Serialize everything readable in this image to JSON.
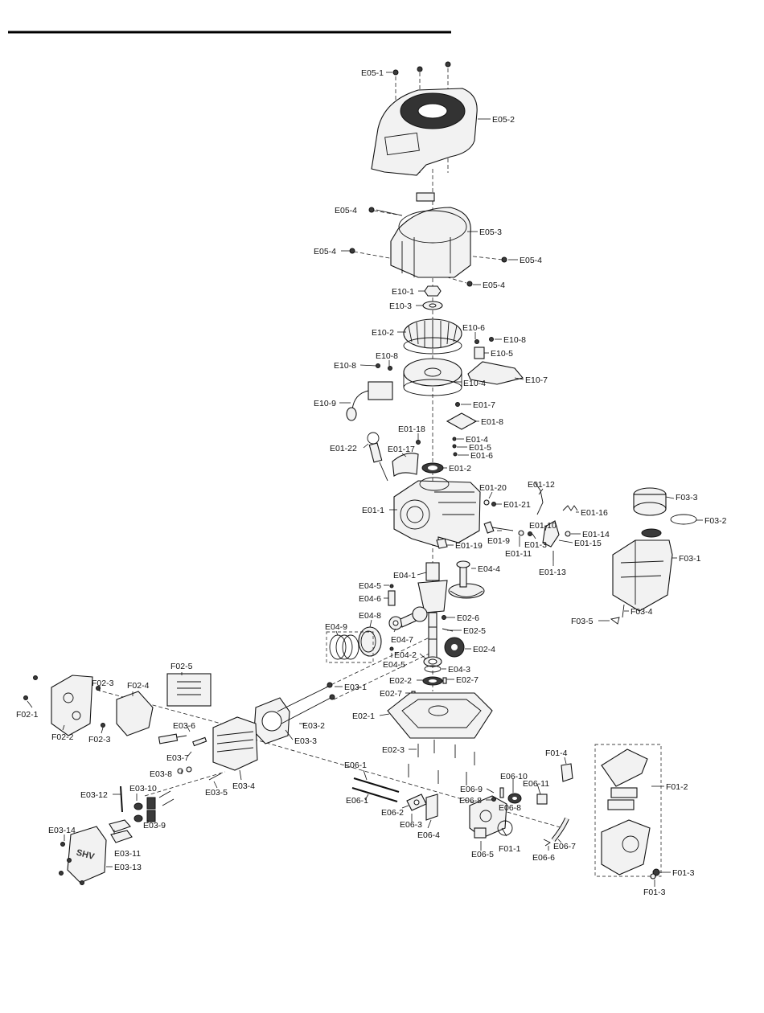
{
  "labels": {
    "E05_1": "E05-1",
    "E05_2": "E05-2",
    "E05_3": "E05-3",
    "E05_4a": "E05-4",
    "E05_4b": "E05-4",
    "E05_4c": "E05-4",
    "E05_4d": "E05-4",
    "E10_1": "E10-1",
    "E10_2": "E10-2",
    "E10_3": "E10-3",
    "E10_4": "E10-4",
    "E10_5": "E10-5",
    "E10_6": "E10-6",
    "E10_7": "E10-7",
    "E10_8a": "E10-8",
    "E10_8b": "E10-8",
    "E10_8c": "E10-8",
    "E10_9": "E10-9",
    "E01_1": "E01-1",
    "E01_2": "E01-2",
    "E01_3": "E01-3",
    "E01_4": "E01-4",
    "E01_5": "E01-5",
    "E01_6": "E01-6",
    "E01_7": "E01-7",
    "E01_8": "E01-8",
    "E01_9": "E01-9",
    "E01_10": "E01-10",
    "E01_11": "E01-11",
    "E01_12": "E01-12",
    "E01_13": "E01-13",
    "E01_14": "E01-14",
    "E01_15": "E01-15",
    "E01_16": "E01-16",
    "E01_17": "E01-17",
    "E01_18": "E01-18",
    "E01_19": "E01-19",
    "E01_20": "E01-20",
    "E01_21": "E01-21",
    "E01_22": "E01-22",
    "E04_1": "E04-1",
    "E04_2": "E04-2",
    "E04_3": "E04-3",
    "E04_4": "E04-4",
    "E04_5a": "E04-5",
    "E04_5b": "E04-5",
    "E04_6": "E04-6",
    "E04_7": "E04-7",
    "E04_8": "E04-8",
    "E04_9": "E04-9",
    "E02_1": "E02-1",
    "E02_2": "E02-2",
    "E02_3": "E02-3",
    "E02_4": "E02-4",
    "E02_5": "E02-5",
    "E02_6": "E02-6",
    "E02_7a": "E02-7",
    "E02_7b": "E02-7",
    "F03_1": "F03-1",
    "F03_2": "F03-2",
    "F03_3": "F03-3",
    "F03_4": "F03-4",
    "F03_5": "F03-5",
    "F02_1": "F02-1",
    "F02_2": "F02-2",
    "F02_3a": "F02-3",
    "F02_3b": "F02-3",
    "F02_4": "F02-4",
    "F02_5": "F02-5",
    "E03_1": "E03-1",
    "E03_2": "E03-2",
    "E03_3": "E03-3",
    "E03_4": "E03-4",
    "E03_5": "E03-5",
    "E03_6": "E03-6",
    "E03_7": "E03-7",
    "E03_8": "E03-8",
    "E03_9": "E03-9",
    "E03_10": "E03-10",
    "E03_11": "E03-11",
    "E03_12": "E03-12",
    "E03_13": "E03-13",
    "E03_14": "E03-14",
    "E06_1a": "E06-1",
    "E06_1b": "E06-1",
    "E06_2": "E06-2",
    "E06_3": "E06-3",
    "E06_4": "E06-4",
    "E06_5": "E06-5",
    "E06_6": "E06-6",
    "E06_7": "E06-7",
    "E06_8a": "E06-8",
    "E06_8b": "E06-8",
    "E06_9": "E06-9",
    "E06_10": "E06-10",
    "E06_11": "E06-11",
    "F01_1": "F01-1",
    "F01_2": "F01-2",
    "F01_3a": "F01-3",
    "F01_3b": "F01-3",
    "F01_4": "F01-4"
  },
  "valve_cover_marking": "SHV"
}
